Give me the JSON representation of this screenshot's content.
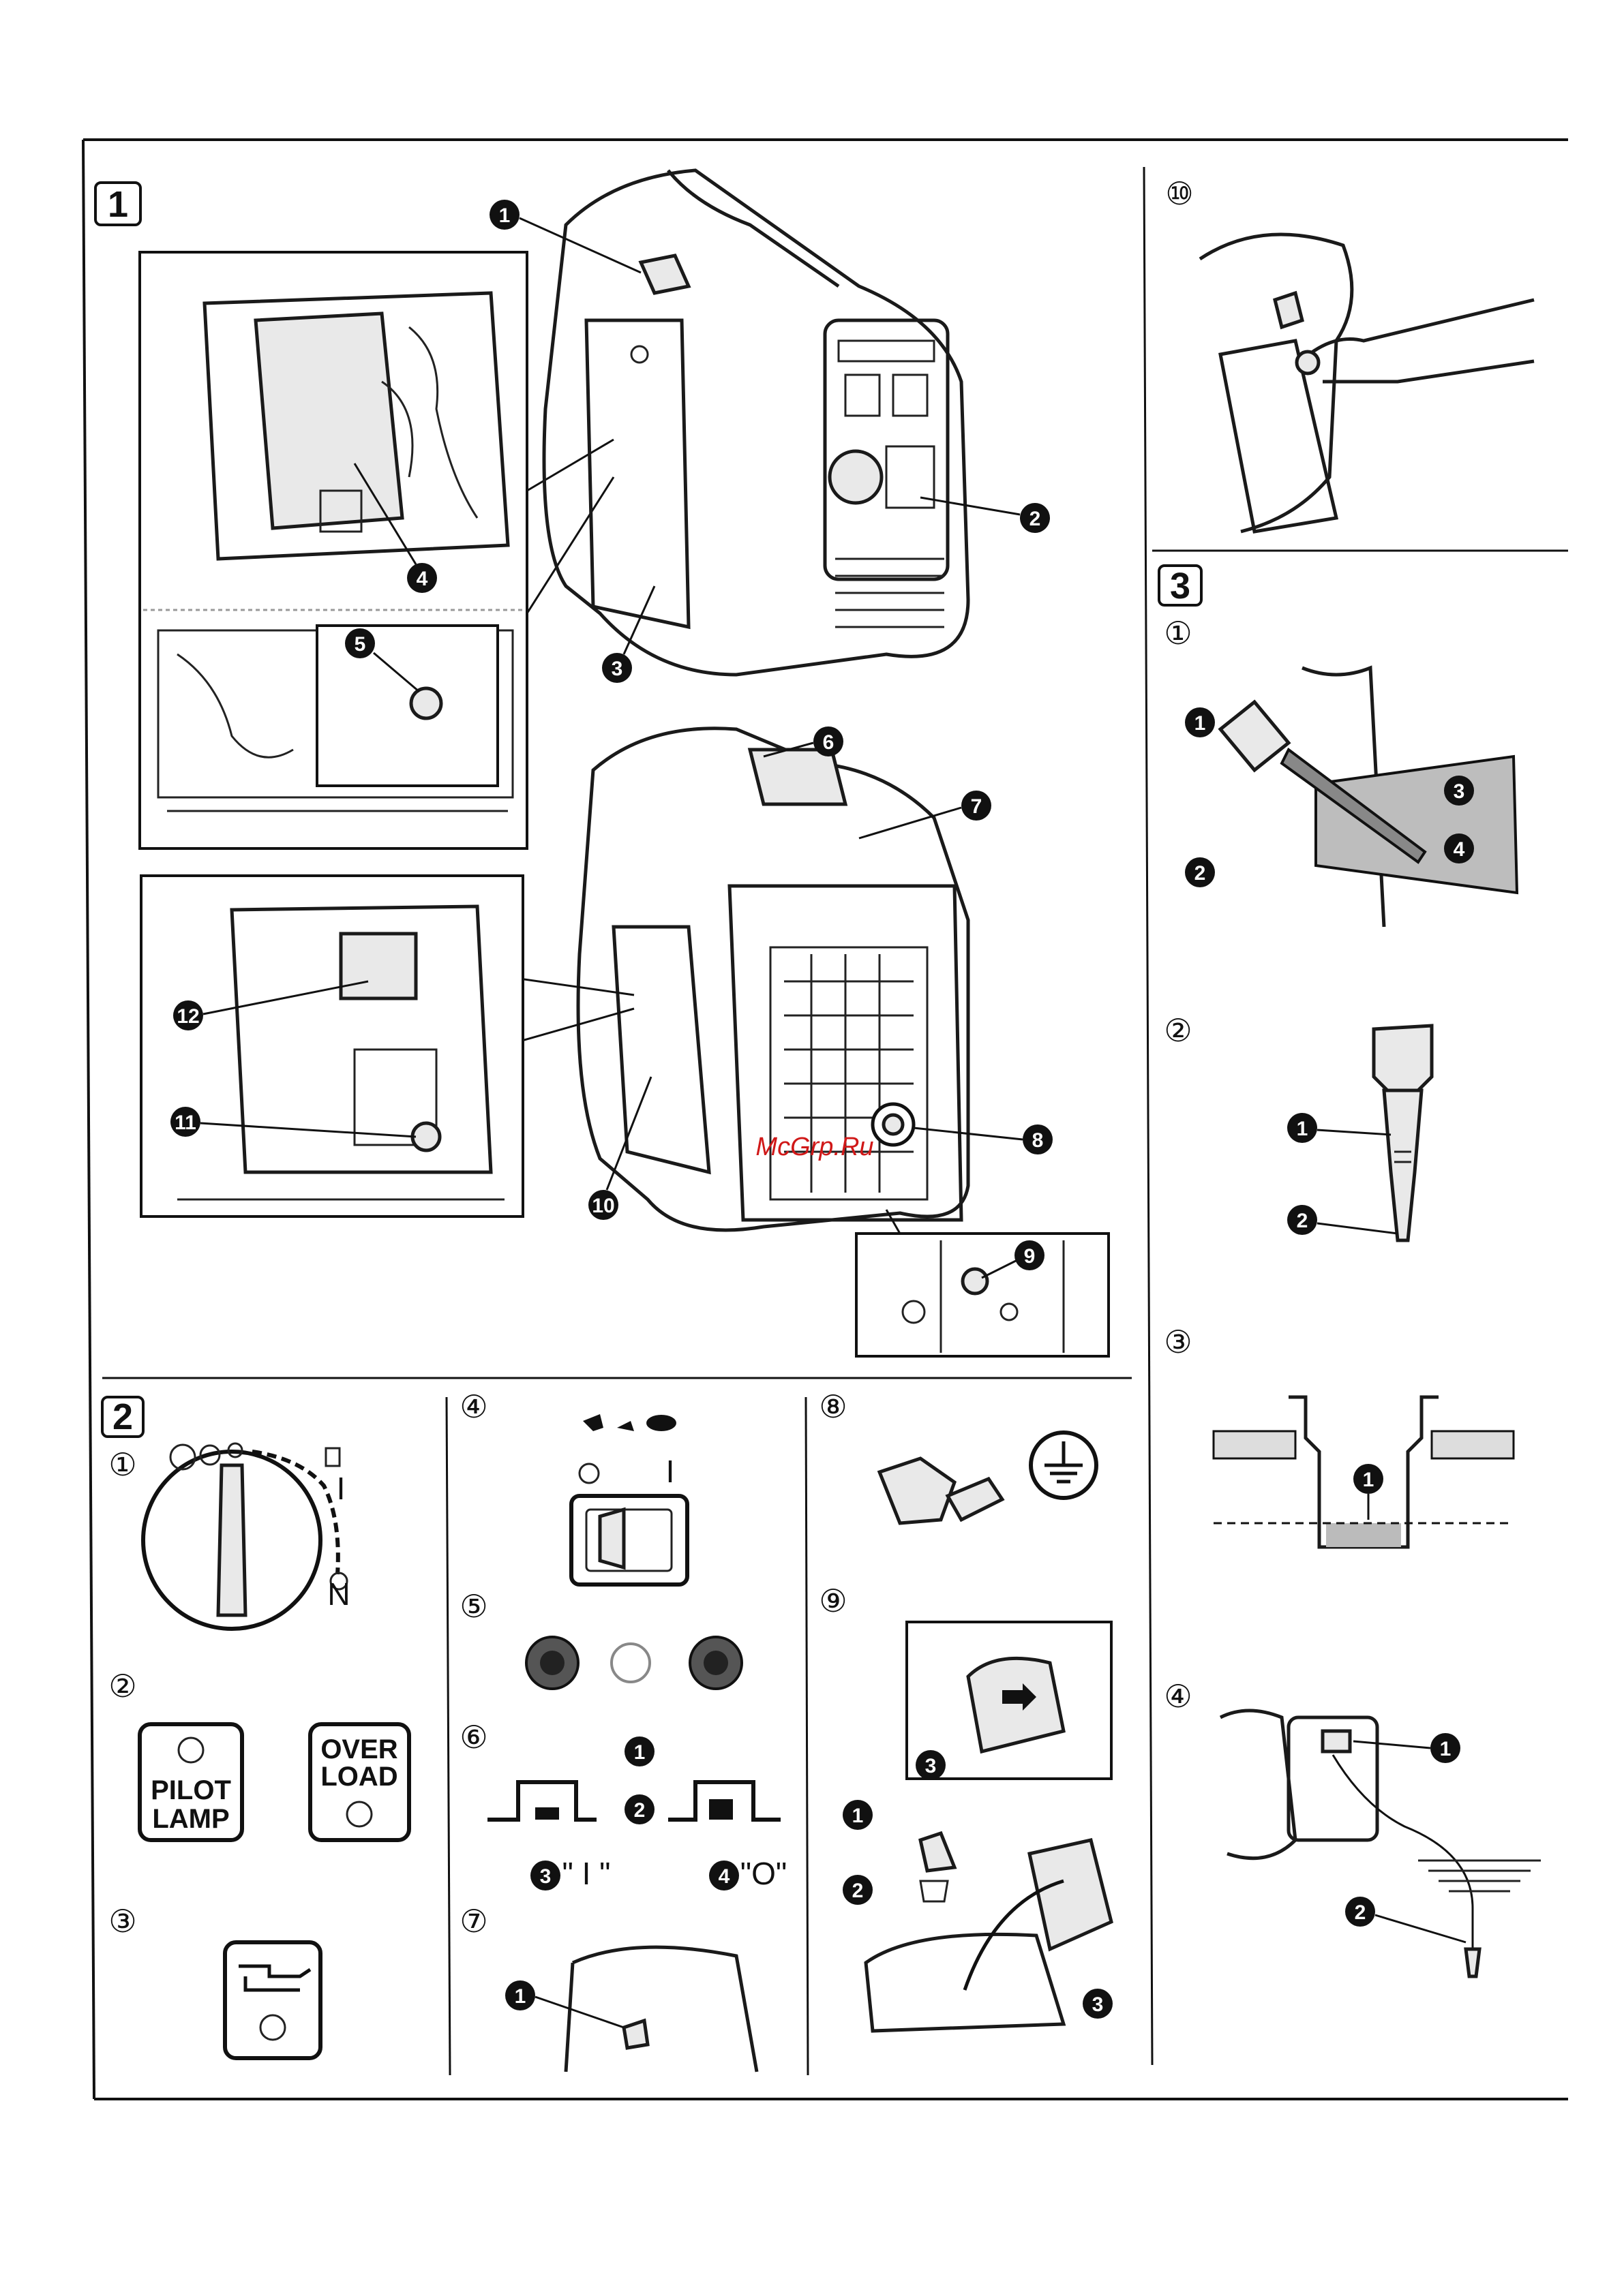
{
  "watermark": "McGrp.Ru",
  "sections": {
    "s1": "1",
    "s2": "2",
    "s3": "3"
  },
  "sub_markers": {
    "m1": "①",
    "m2": "②",
    "m3": "③",
    "m4": "④",
    "m5": "⑤",
    "m6": "⑥",
    "m7": "⑦",
    "m8": "⑧",
    "m9": "⑨",
    "m10": "⑩"
  },
  "callouts": [
    "1",
    "2",
    "3",
    "4",
    "5",
    "6",
    "7",
    "8",
    "9",
    "10",
    "11",
    "12"
  ],
  "panel_labels": {
    "pilot_lamp_l1": "PILOT",
    "pilot_lamp_l2": "LAMP",
    "overload_l1": "OVER",
    "overload_l2": "LOAD"
  },
  "switch_labels": {
    "off": "O",
    "on": "I",
    "state_on": "\" I \"",
    "state_off": "\"O\""
  },
  "dial_labels": {
    "n": "N",
    "i": "I"
  }
}
